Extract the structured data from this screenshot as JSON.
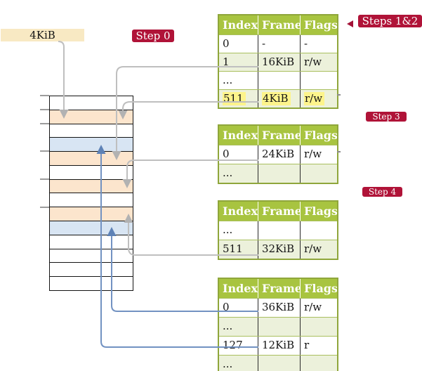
{
  "colors": {
    "badge_bg": "#b01338",
    "table_header_bg": "#a8c440",
    "table_border": "#8fa63b",
    "row_shaded": "#ecf1db",
    "row_white": "#ffffff",
    "highlight_yellow": "#fdf48b",
    "mem_pagetable": "#fce5cd",
    "mem_frame": "#d8e5f3",
    "mem_free": "#ffffff",
    "line_gray": "#bfbfbf",
    "arrow_gray": "#b2b2b2",
    "line_blue": "#7292c2",
    "arrow_blue": "#5e82b6",
    "cr3_bg": "#f8e9c3"
  },
  "cr3_box": {
    "label": "4KiB"
  },
  "badges": {
    "step0": "Step 0",
    "steps12": "Steps 1&2",
    "step3": "Step 3",
    "step4": "Step 4"
  },
  "memory": {
    "rows": [
      "free",
      "pagetable",
      "free",
      "frame",
      "pagetable",
      "free",
      "pagetable",
      "free",
      "pagetable",
      "frame",
      "free",
      "free",
      "free",
      "free"
    ]
  },
  "tables": [
    {
      "id": "level4-table",
      "columns": [
        "Index",
        "Frame",
        "Flags"
      ],
      "rows": [
        {
          "cells": [
            "0",
            "-",
            "-"
          ],
          "shaded": false,
          "highlight": false
        },
        {
          "cells": [
            "1",
            "16KiB",
            "r/w"
          ],
          "shaded": true,
          "highlight": false
        },
        {
          "cells": [
            "...",
            "",
            ""
          ],
          "shaded": false,
          "highlight": false
        },
        {
          "cells": [
            "511",
            "4KiB",
            "r/w"
          ],
          "shaded": true,
          "highlight": true
        }
      ]
    },
    {
      "id": "level3-table",
      "columns": [
        "Index",
        "Frame",
        "Flags"
      ],
      "rows": [
        {
          "cells": [
            "0",
            "24KiB",
            "r/w"
          ],
          "shaded": false,
          "highlight": false
        },
        {
          "cells": [
            "...",
            "",
            ""
          ],
          "shaded": true,
          "highlight": false
        }
      ]
    },
    {
      "id": "level2-table",
      "columns": [
        "Index",
        "Frame",
        "Flags"
      ],
      "rows": [
        {
          "cells": [
            "...",
            "",
            ""
          ],
          "shaded": false,
          "highlight": false
        },
        {
          "cells": [
            "511",
            "32KiB",
            "r/w"
          ],
          "shaded": true,
          "highlight": false
        }
      ]
    },
    {
      "id": "level1-table",
      "columns": [
        "Index",
        "Frame",
        "Flags"
      ],
      "rows": [
        {
          "cells": [
            "0",
            "36KiB",
            "r/w"
          ],
          "shaded": false,
          "highlight": false
        },
        {
          "cells": [
            "...",
            "",
            ""
          ],
          "shaded": true,
          "highlight": false
        },
        {
          "cells": [
            "127",
            "12KiB",
            "r"
          ],
          "shaded": false,
          "highlight": false
        },
        {
          "cells": [
            "...",
            "",
            ""
          ],
          "shaded": true,
          "highlight": false
        }
      ]
    }
  ],
  "connectors": [
    {
      "id": "c-cr3",
      "from": "cr3-box",
      "to": "memory-row-2",
      "color": "gray"
    },
    {
      "id": "c-l4-e1",
      "from": "level4-table-row-1",
      "to": "memory-row-5",
      "color": "gray"
    },
    {
      "id": "c-l4-e511",
      "from": "level4-table-row-511",
      "to": "memory-row-2",
      "color": "gray"
    },
    {
      "id": "c-l3-e0",
      "from": "level3-table-row-0",
      "to": "memory-row-7",
      "color": "gray"
    },
    {
      "id": "c-l2-e511",
      "from": "level2-table-row-511",
      "to": "memory-row-9",
      "color": "gray"
    },
    {
      "id": "c-l1-e0",
      "from": "level1-table-row-0",
      "to": "memory-row-10",
      "color": "blue"
    },
    {
      "id": "c-l1-e127",
      "from": "level1-table-row-127",
      "to": "memory-row-4",
      "color": "blue"
    }
  ]
}
